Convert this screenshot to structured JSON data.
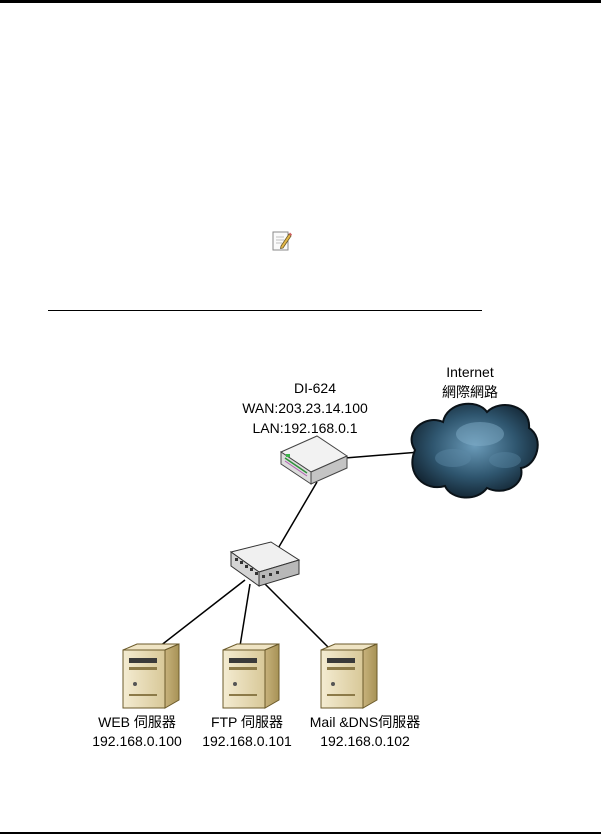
{
  "router": {
    "name": "DI-624",
    "wan": "WAN:203.23.14.100",
    "lan": "LAN:192.168.0.1"
  },
  "internet": {
    "label_en": "Internet",
    "label_zh": "網際網路"
  },
  "servers": [
    {
      "name": "WEB 伺服器",
      "ip": "192.168.0.100"
    },
    {
      "name": "FTP 伺服器",
      "ip": "192.168.0.101"
    },
    {
      "name": "Mail &DNS伺服器",
      "ip": "192.168.0.102"
    }
  ],
  "icons": {
    "note": "note-icon",
    "router": "router-icon",
    "switch": "switch-icon",
    "cloud": "cloud-icon",
    "server": "server-icon"
  }
}
